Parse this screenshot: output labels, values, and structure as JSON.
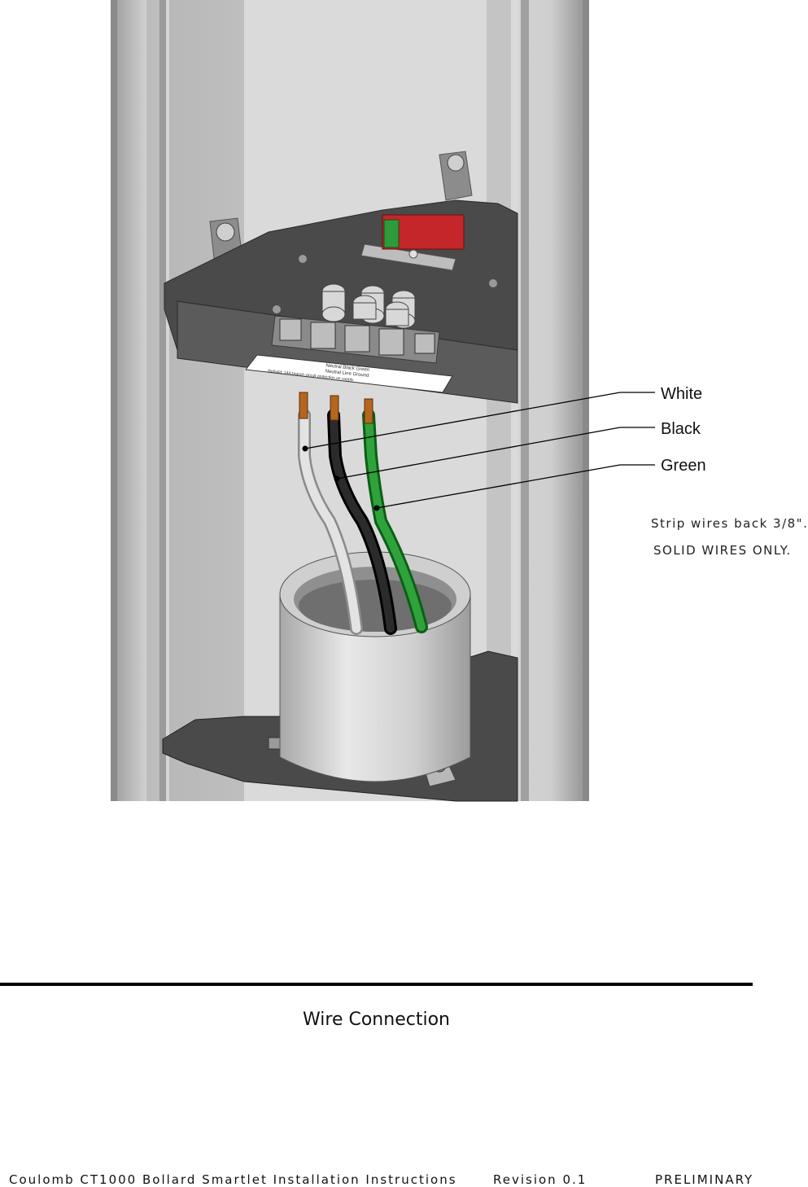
{
  "figure": {
    "terminal_label": {
      "line1": "Neutral  Black  Green",
      "line2": "Neutral  Line   Ground",
      "line3": "Rebuild: 14A branch circuit protection on supply"
    },
    "callouts": [
      {
        "id": "white",
        "label": "White",
        "color": "#d9d9d9"
      },
      {
        "id": "black",
        "label": "Black",
        "color": "#1a1a1a"
      },
      {
        "id": "green",
        "label": "Green",
        "color": "#1f9a2c"
      }
    ],
    "notes": {
      "strip": "Strip wires back 3/8\".",
      "solid": "SOLID WIRES ONLY."
    }
  },
  "caption": "Wire Connection",
  "footer": {
    "document_title": "Coulomb CT1000 Bollard Smartlet Installation Instructions",
    "revision": "Revision 0.1",
    "status": "PRELIMINARY"
  }
}
